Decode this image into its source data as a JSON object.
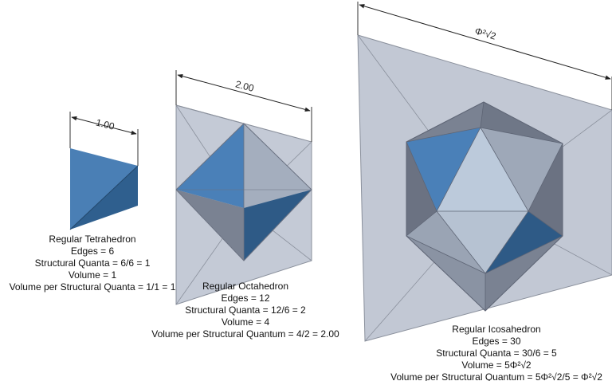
{
  "dimensions": {
    "tetrahedron": "1.00",
    "octahedron": "2.00",
    "icosahedron": "Φ²√2"
  },
  "captions": {
    "tetrahedron": {
      "name": "Regular Tetrahedron",
      "edges": "Edges = 6",
      "quanta": "Structural Quanta = 6/6 = 1",
      "volume": "Volume = 1",
      "per_quanta": "Volume per Structural Quanta = 1/1 = 1"
    },
    "octahedron": {
      "name": "Regular Octahedron",
      "edges": "Edges = 12",
      "quanta": "Structural Quanta = 12/6 = 2",
      "volume": "Volume = 4",
      "per_quanta": "Volume per Structural Quantum = 4/2 = 2.00"
    },
    "icosahedron": {
      "name": "Regular Icosahedron",
      "edges": "Edges = 30",
      "quanta": "Structural Quanta = 30/6 = 5",
      "volume": "Volume = 5Φ²√2",
      "per_quanta": "Volume per Structural Quantum = 5Φ²√2/5 = Φ²√2"
    }
  },
  "colors": {
    "tetra_light": "#4a7fb5",
    "tetra_dark": "#2f5f8e",
    "box_face": "#c4cad6",
    "blue_face": "#4a80b8",
    "dark_blue_face": "#2e5a86",
    "mid_gray_face": "#9aa4b4",
    "dark_gray_face": "#6b7282",
    "light_face": "#bfcad8",
    "edge": "#7b8190"
  }
}
